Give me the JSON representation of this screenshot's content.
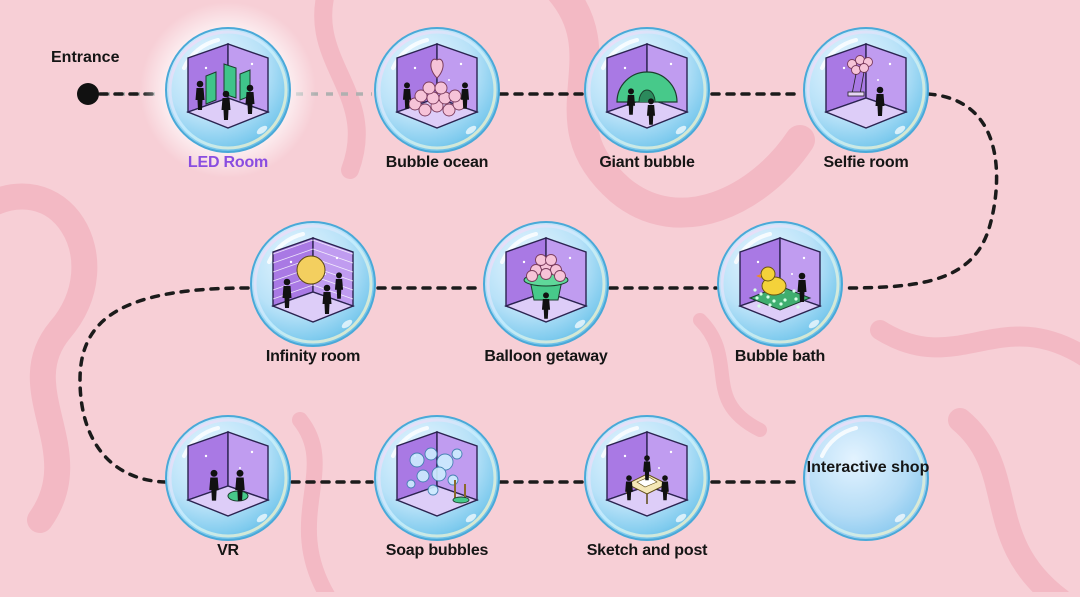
{
  "entrance": {
    "label": "Entrance"
  },
  "rooms": [
    {
      "label": "LED Room",
      "icon": "led-room-icon",
      "active": true
    },
    {
      "label": "Bubble ocean",
      "icon": "bubble-ocean-icon"
    },
    {
      "label": "Giant bubble",
      "icon": "giant-bubble-icon"
    },
    {
      "label": "Selfie room",
      "icon": "selfie-room-icon"
    },
    {
      "label": "Infinity room",
      "icon": "infinity-room-icon"
    },
    {
      "label": "Balloon getaway",
      "icon": "balloon-getaway-icon"
    },
    {
      "label": "Bubble bath",
      "icon": "bubble-bath-icon"
    },
    {
      "label": "VR",
      "icon": "vr-icon"
    },
    {
      "label": "Soap bubbles",
      "icon": "soap-bubbles-icon"
    },
    {
      "label": "Sketch and post",
      "icon": "sketch-and-post-icon"
    }
  ],
  "shop": {
    "label": "Interactive shop",
    "icon": "interactive-shop-icon"
  },
  "colors": {
    "background": "#f7cfd6",
    "active_label": "#8a4de0",
    "bubble_edge": "#6ec7e8",
    "room_wall": "#b489ea",
    "room_floor": "#d6c2f7"
  }
}
